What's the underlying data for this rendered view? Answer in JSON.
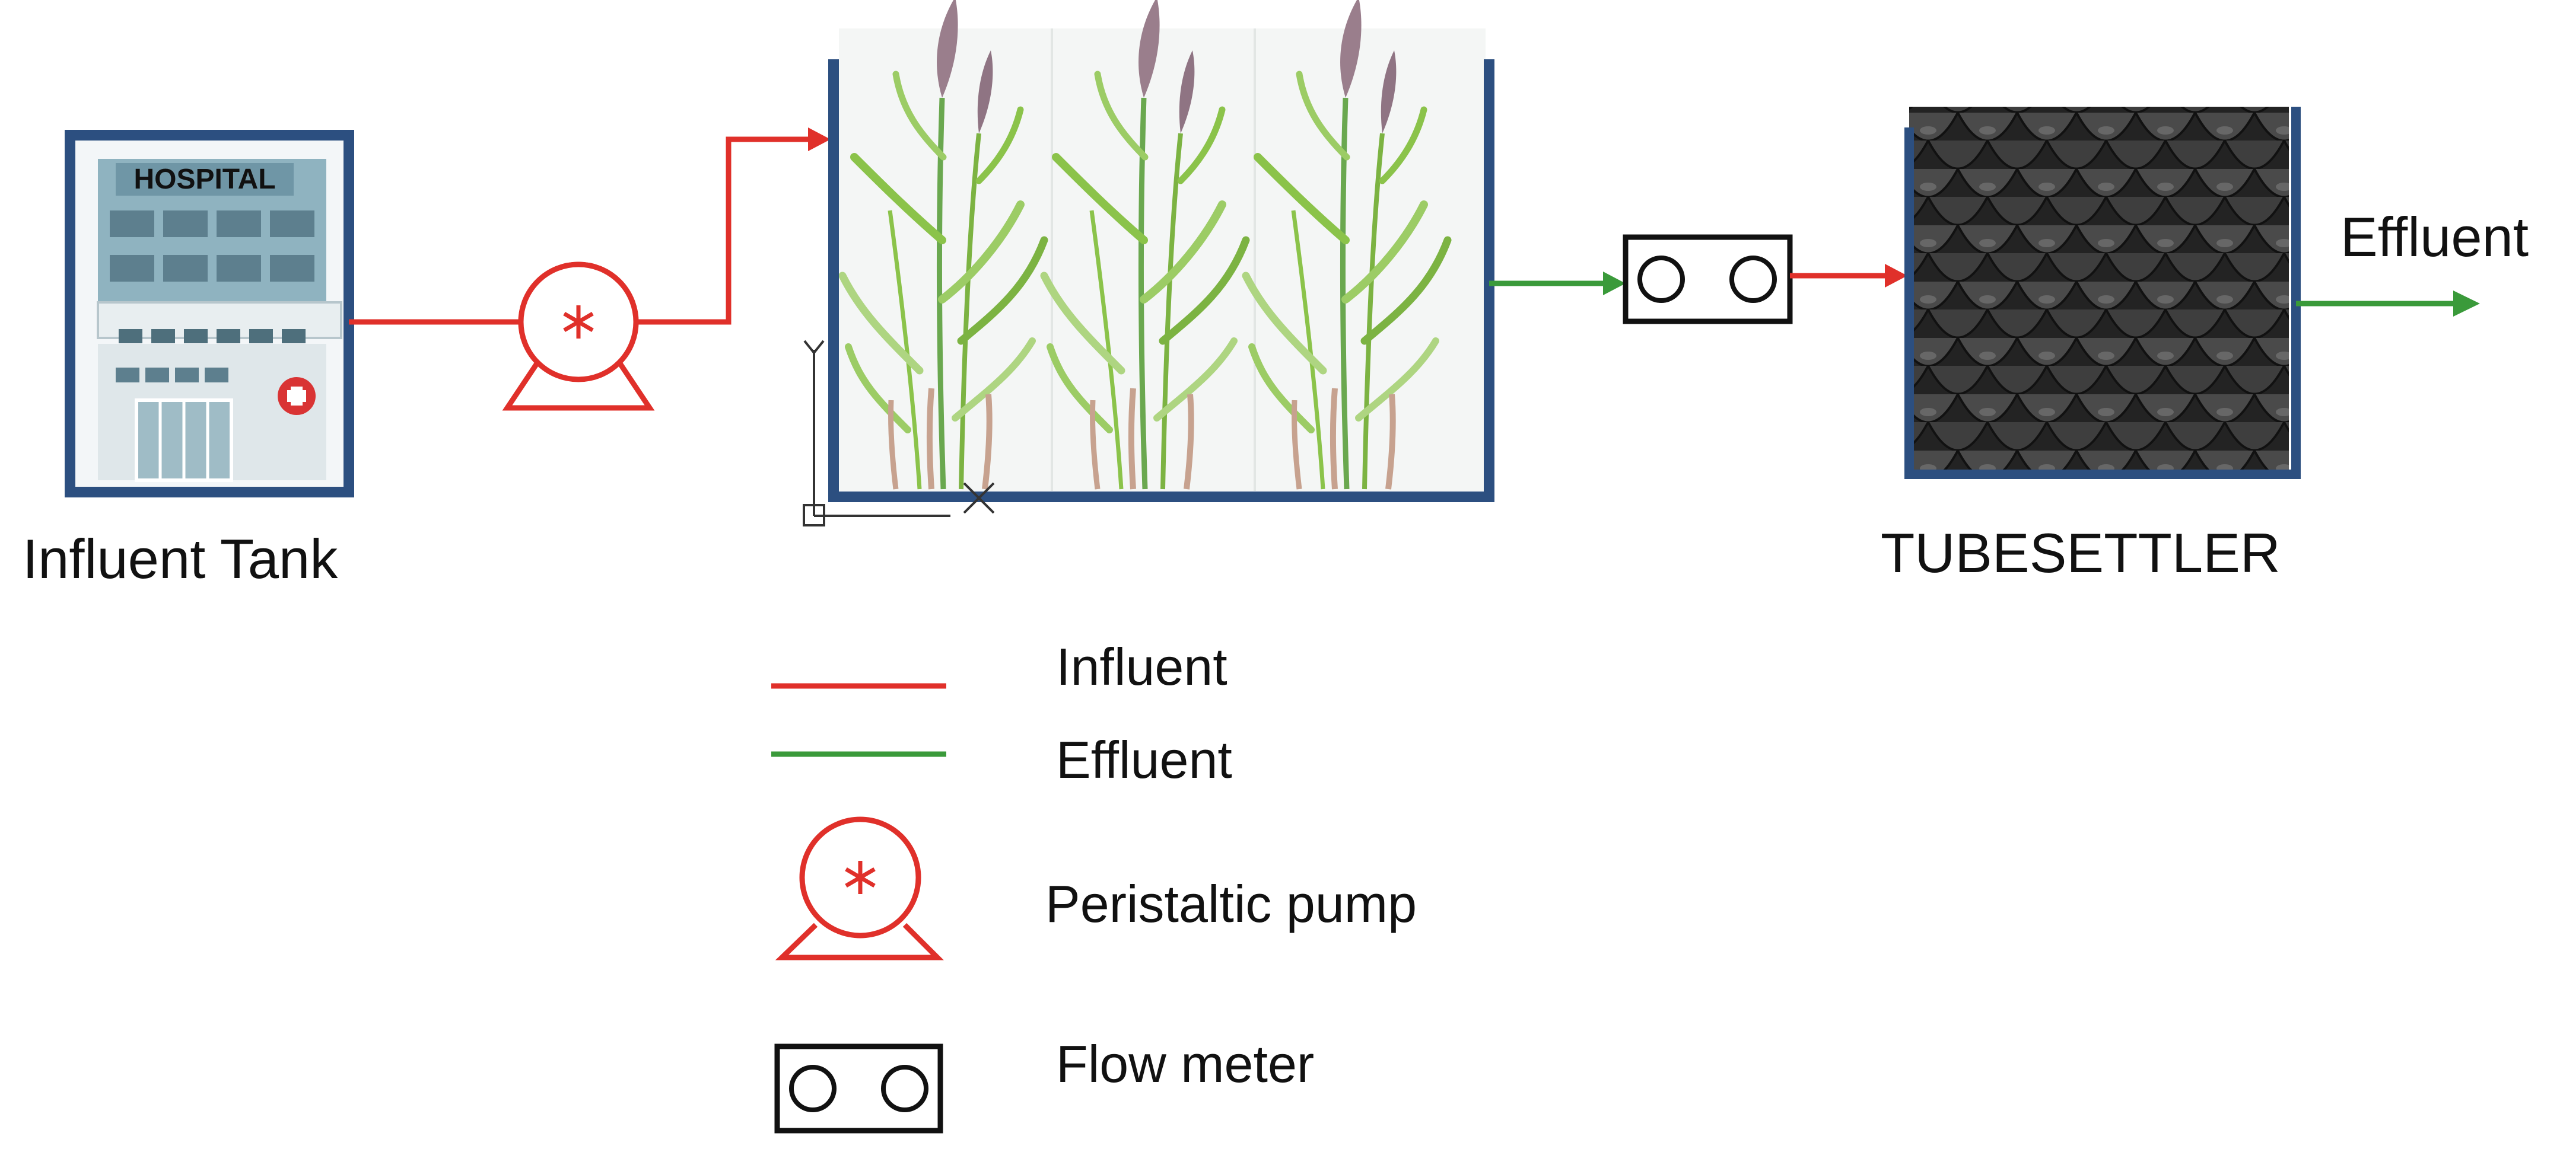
{
  "labels": {
    "influent_tank": "Influent Tank",
    "building_sign": "HOSPITAL",
    "tubesettler": "TUBESETTLER",
    "effluent_out": "Effluent"
  },
  "legend": {
    "influent": "Influent",
    "effluent": "Effluent",
    "pump": "Peristaltic pump",
    "flow_meter": "Flow meter"
  },
  "colors": {
    "influent_line": "#e0302a",
    "effluent_line": "#3a9a3a",
    "tank_frame": "#2c4f80",
    "building": "#8fb3c0",
    "settler_media": "#2a2a2a"
  },
  "icons": [
    "hospital-building-icon",
    "peristaltic-pump-icon",
    "flow-meter-icon",
    "reed-plant-icon",
    "tube-settler-media-icon",
    "arrowhead-icon",
    "ucs-axis-icon"
  ]
}
